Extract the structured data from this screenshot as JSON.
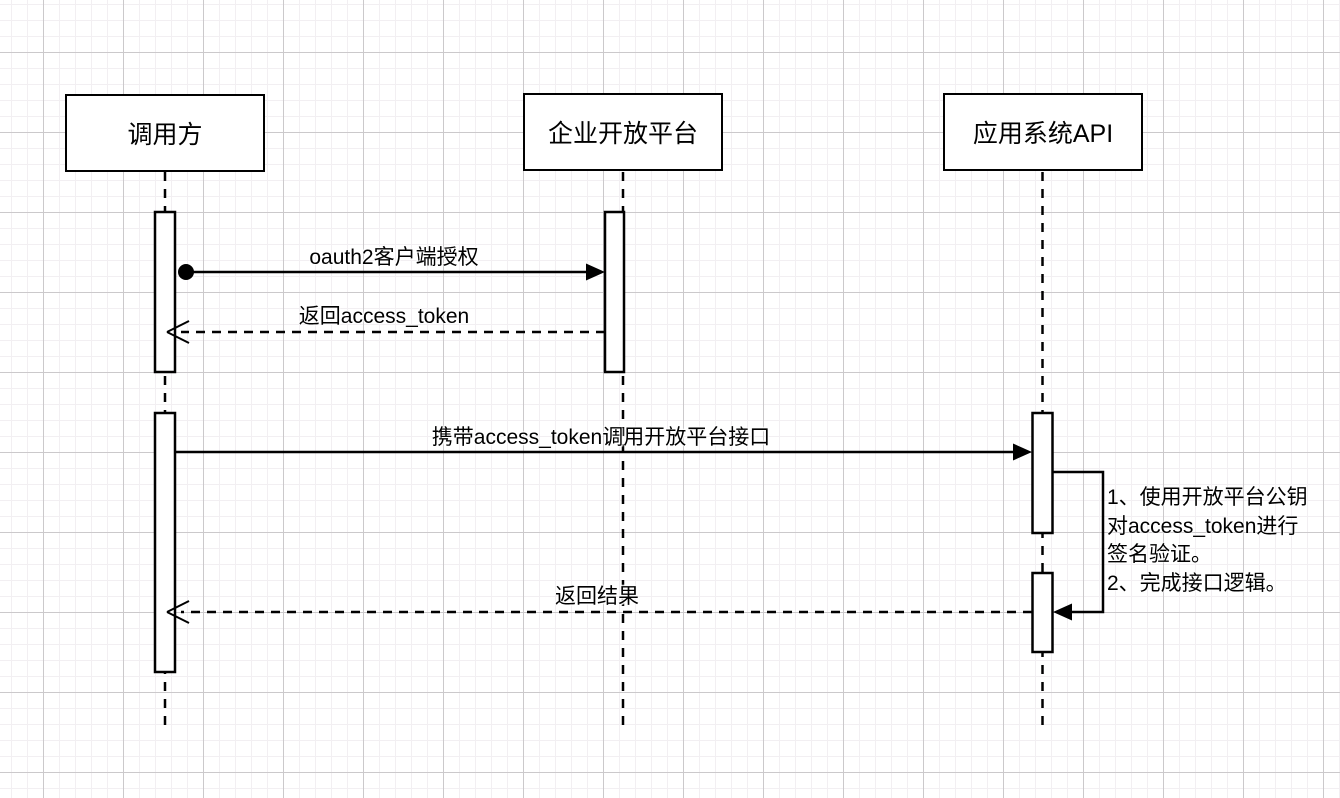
{
  "diagram": {
    "type": "uml-sequence",
    "stroke_color": "#000000",
    "grid_major_color": "#cbc9cb",
    "grid_minor_color": "#f2eff2",
    "actors": [
      {
        "id": "caller",
        "label": "调用方"
      },
      {
        "id": "open-platform",
        "label": "企业开放平台"
      },
      {
        "id": "app-api",
        "label": "应用系统API"
      }
    ],
    "messages": [
      {
        "id": "m1",
        "label": "oauth2客户端授权",
        "from": "caller",
        "to": "open-platform",
        "line": "solid",
        "arrow": "filled",
        "start_marker": "filled-circle"
      },
      {
        "id": "m2",
        "label": "返回access_token",
        "from": "open-platform",
        "to": "caller",
        "line": "dashed",
        "arrow": "open"
      },
      {
        "id": "m3",
        "label": "携带access_token调用开放平台接口",
        "from": "caller",
        "to": "app-api",
        "line": "solid",
        "arrow": "filled"
      },
      {
        "id": "m4",
        "label": "返回结果",
        "from": "app-api",
        "to": "caller",
        "line": "dashed",
        "arrow": "open"
      }
    ],
    "self_call": {
      "on": "app-api",
      "note": "1、使用开放平台公钥\n对access_token进行\n签名验证。\n2、完成接口逻辑。"
    }
  }
}
